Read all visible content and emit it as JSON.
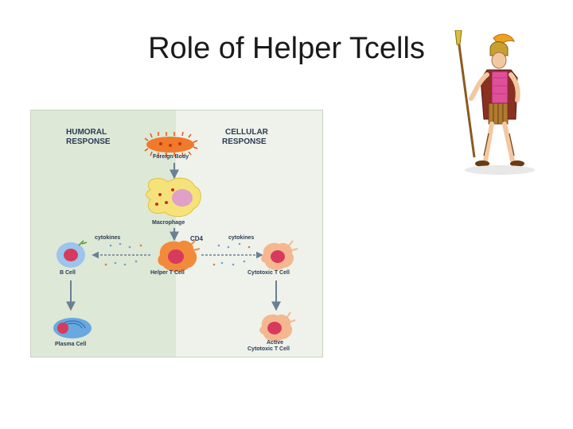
{
  "slide": {
    "title": "Role of Helper Tcells"
  },
  "diagram": {
    "left_header": [
      "HUMORAL",
      "RESPONSE"
    ],
    "right_header": [
      "CELLULAR",
      "RESPONSE"
    ],
    "nodes": {
      "foreign_body": "Foreign Body",
      "macrophage": "Macrophage",
      "helper_t": "Helper T Cell",
      "b_cell": "B Cell",
      "cytotoxic_t": "Cytotoxic T Cell",
      "plasma_cell": "Plasma Cell",
      "active_cytotoxic": [
        "Active",
        "Cytotoxic T Cell"
      ]
    },
    "cytokines_left": "cytokines",
    "cytokines_right": "cytokines",
    "cd4": "CD4"
  },
  "colors": {
    "left_panel": "#dde8d6",
    "right_panel": "#eef2ea",
    "header_text": "#2b3a55",
    "arrow": "#6b7f95",
    "foreign_body": "#f07a2a",
    "macrophage": "#f6e27a",
    "macrophage_nucleus": "#e0a0c8",
    "helper_t": "#f28a3c",
    "b_cell": "#9cc4ec",
    "nucleus_red": "#d83a5e",
    "cytotoxic": "#f4b890",
    "plasma": "#6aa8e0"
  }
}
